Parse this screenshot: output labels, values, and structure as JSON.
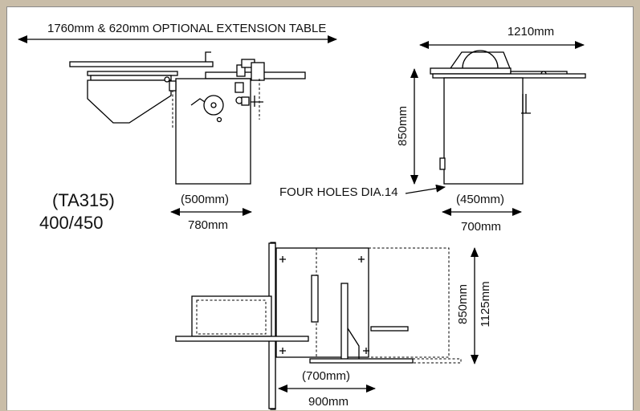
{
  "labels": {
    "extension_table": "1760mm & 620mm OPTIONAL EXTENSION TABLE",
    "top_width": "1210mm",
    "side_height": "850mm",
    "four_holes": "FOUR HOLES DIA.14",
    "front_base_inner": "(500mm)",
    "front_base_outer": "780mm",
    "side_base_inner": "(450mm)",
    "side_base_outer": "700mm",
    "model_code": "(TA315)",
    "model_sizes": "400/450",
    "plan_depth_inner": "850mm",
    "plan_depth_outer": "1125mm",
    "plan_width_inner": "(700mm)",
    "plan_width_outer": "900mm"
  },
  "colors": {
    "frame_background": "#c9bda8",
    "paper": "#ffffff",
    "line": "#000000"
  }
}
